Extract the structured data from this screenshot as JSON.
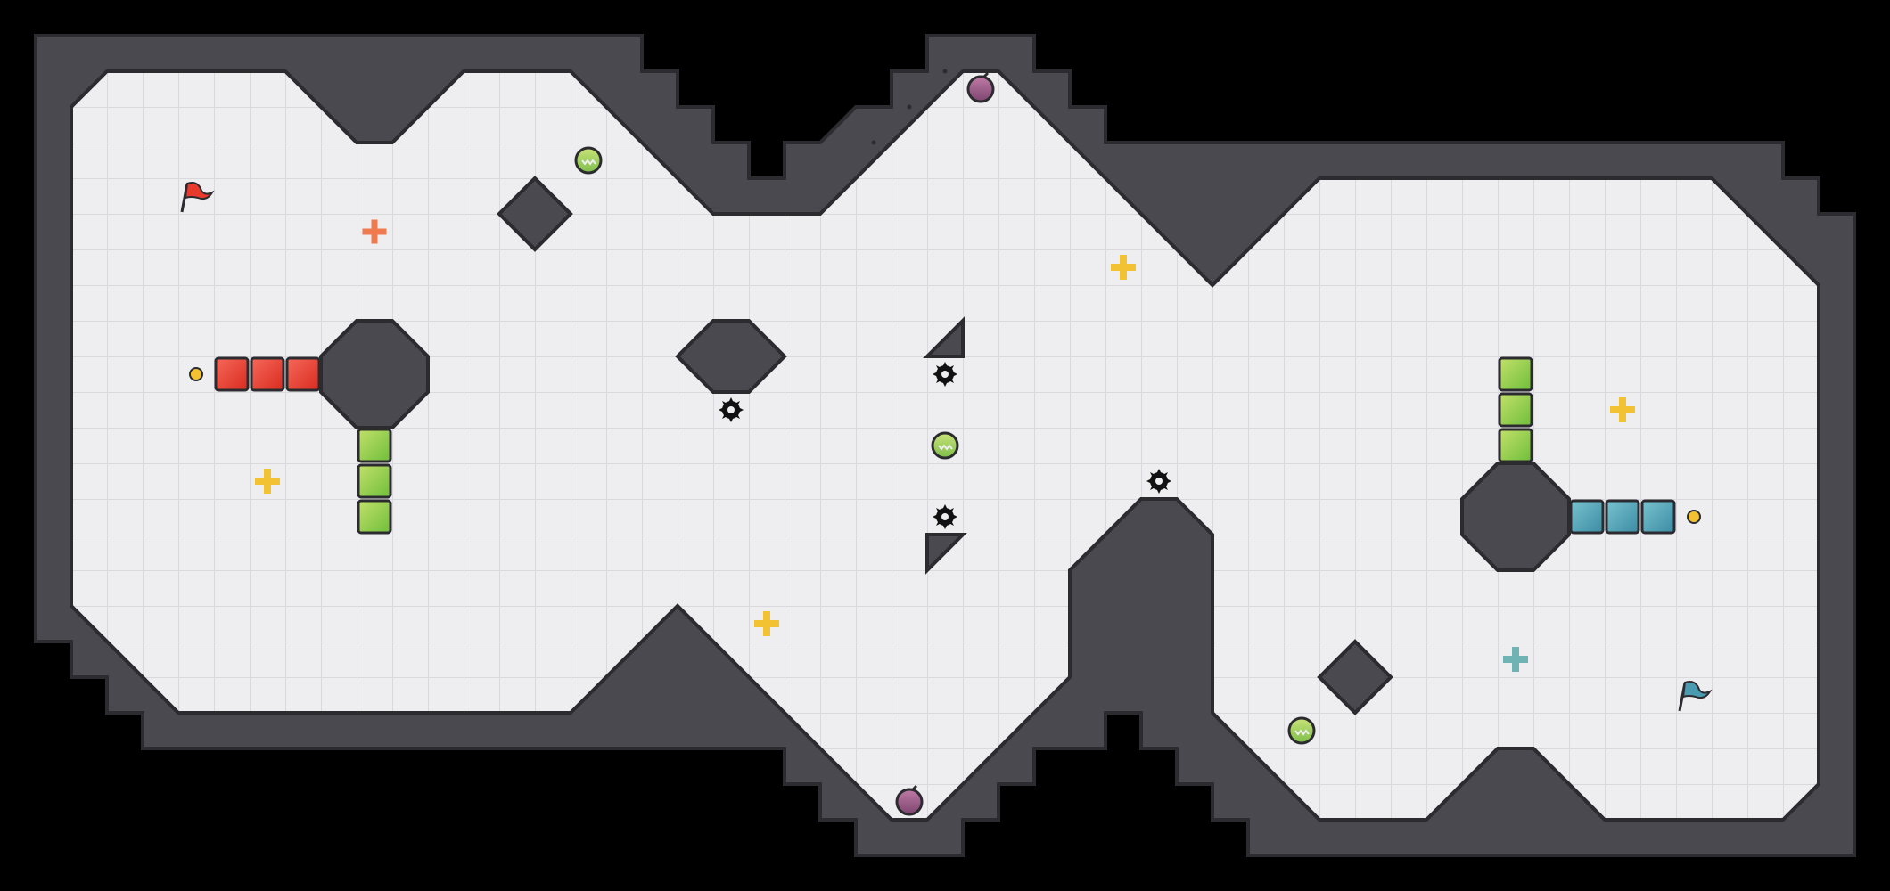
{
  "level": {
    "grid_size": 40,
    "colors": {
      "background": "#000000",
      "wall": "#4a494f",
      "wall_edge": "#2c2b30",
      "floor": "#eeeef0",
      "grid_line": "#d9d9dd",
      "red_snake": "#e8392c",
      "green_block": "#8fcc3e",
      "blue_snake": "#4a9bb0",
      "star_yellow": "#f3c233",
      "star_orange": "#ef7a4e",
      "star_teal": "#6fb3b5",
      "fruit_green": "#9ed15a",
      "fruit_purple": "#9a5a86",
      "spike": "#111111"
    }
  },
  "entities": {
    "red_flag": {
      "icon": "red-flag-icon"
    },
    "blue_flag": {
      "icon": "blue-flag-icon"
    },
    "red_snake": {
      "segments": 3,
      "color_ref": "red_snake"
    },
    "blue_snake": {
      "segments": 3,
      "color_ref": "blue_snake"
    },
    "green_blocks": 2,
    "stars": 6,
    "fruits": 5,
    "spikes": 4
  }
}
